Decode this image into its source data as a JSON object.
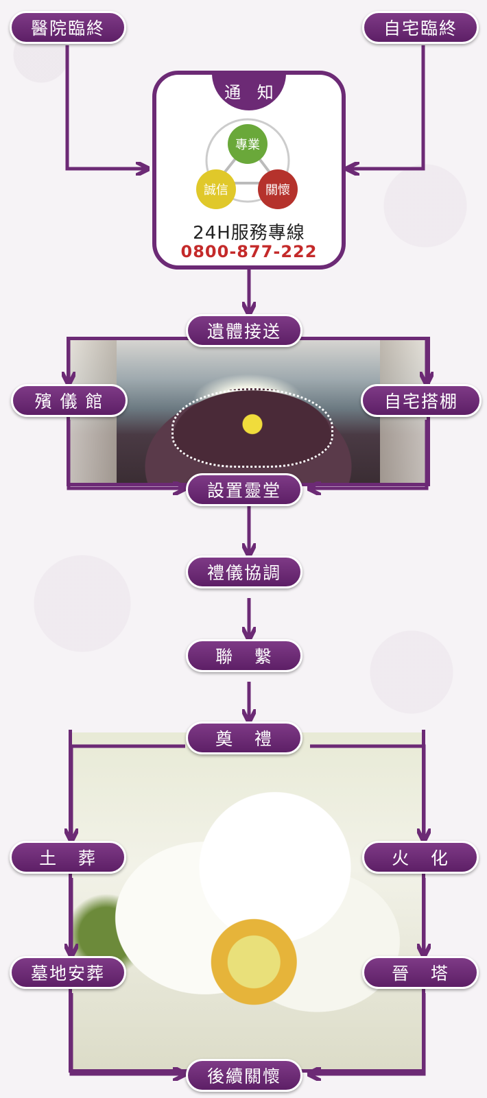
{
  "colors": {
    "primary": "#6c2a75",
    "hotline_red": "#c42a2a",
    "circle_green": "#6aa83a",
    "circle_yellow": "#e0c82a",
    "circle_red": "#b5322c"
  },
  "top": {
    "hospital": "醫院臨終",
    "home": "自宅臨終"
  },
  "notify": {
    "title": "通 知",
    "circles": {
      "professional": "專業",
      "integrity": "誠信",
      "care": "關懷"
    },
    "hotline_label": "24H服務專線",
    "hotline_number": "0800-877-222"
  },
  "steps": {
    "transport": "遺體接送",
    "funeral_home": "殯 儀 館",
    "home_tent": "自宅搭棚",
    "setup_hall": "設置靈堂",
    "ceremony_coord": "禮儀協調",
    "contact": "聯   繫",
    "memorial": "奠   禮",
    "burial": "土   葬",
    "cremation": "火   化",
    "cemetery_burial": "墓地安葬",
    "tower": "晉   塔",
    "aftercare": "後續關懷"
  }
}
